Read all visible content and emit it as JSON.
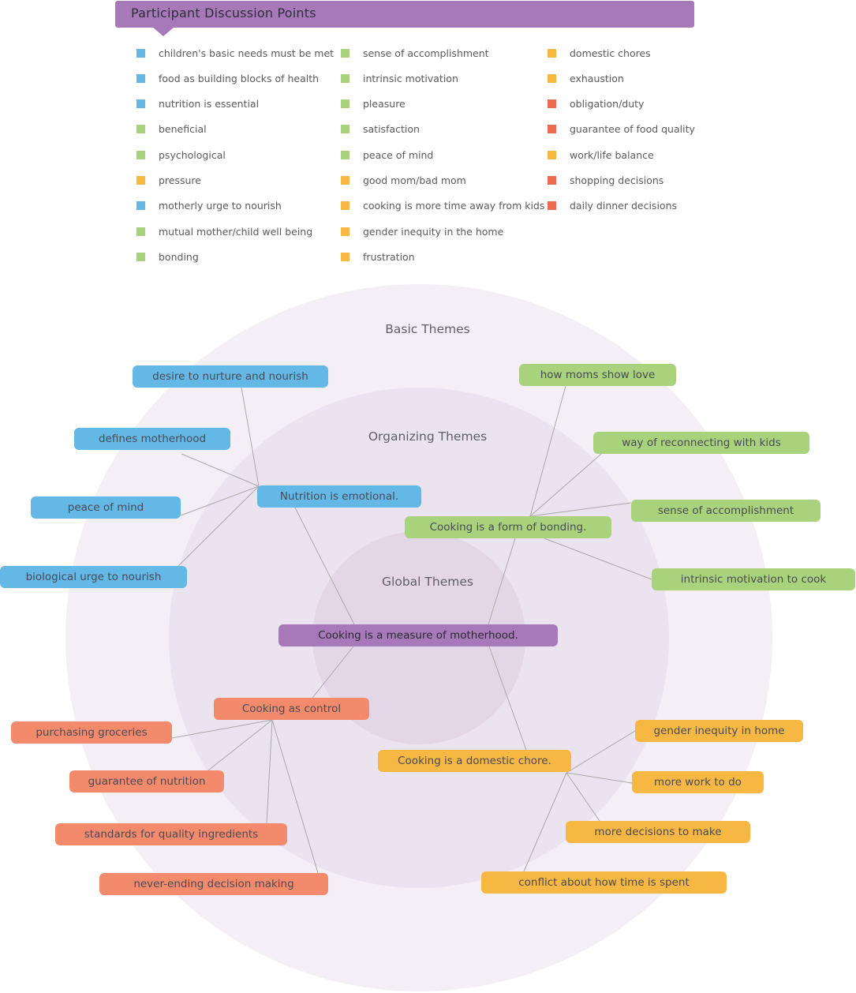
{
  "colors": {
    "blue": "#64b8e6",
    "green": "#a8d37c",
    "yellow": "#f7b843",
    "red": "#ee6a55",
    "orange_node": "#f48a6c",
    "purple": "#a779b9",
    "ring_outer": "#f4eff6",
    "ring_middle": "#ebe3ef",
    "ring_inner": "#e2d6e7",
    "line": "#aaaaaa"
  },
  "legend": {
    "title": "Participant Discussion Points",
    "items": [
      {
        "label": "children's basic needs must be met",
        "color": "blue"
      },
      {
        "label": "food as building blocks of health",
        "color": "blue"
      },
      {
        "label": "nutrition is essential",
        "color": "blue"
      },
      {
        "label": "beneficial",
        "color": "green"
      },
      {
        "label": "psychological",
        "color": "green"
      },
      {
        "label": "pressure",
        "color": "yellow"
      },
      {
        "label": "motherly urge to nourish",
        "color": "blue"
      },
      {
        "label": "mutual mother/child well being",
        "color": "green"
      },
      {
        "label": "bonding",
        "color": "green"
      },
      {
        "label": "sense of accomplishment",
        "color": "green"
      },
      {
        "label": "intrinsic motivation",
        "color": "green"
      },
      {
        "label": "pleasure",
        "color": "green"
      },
      {
        "label": "satisfaction",
        "color": "green"
      },
      {
        "label": "peace of mind",
        "color": "green"
      },
      {
        "label": "good mom/bad mom",
        "color": "yellow"
      },
      {
        "label": "cooking is more time away from kids",
        "color": "yellow"
      },
      {
        "label": "gender inequity in the home",
        "color": "yellow"
      },
      {
        "label": "frustration",
        "color": "yellow"
      },
      {
        "label": "domestic chores",
        "color": "yellow"
      },
      {
        "label": "exhaustion",
        "color": "yellow"
      },
      {
        "label": "obligation/duty",
        "color": "red"
      },
      {
        "label": "guarantee of food quality",
        "color": "red"
      },
      {
        "label": "work/life balance",
        "color": "yellow"
      },
      {
        "label": "shopping decisions",
        "color": "red"
      },
      {
        "label": "daily dinner decisions",
        "color": "red"
      }
    ]
  },
  "rings": {
    "basic": "Basic Themes",
    "organizing": "Organizing Themes",
    "global": "Global Themes"
  },
  "nodes": [
    {
      "id": "global",
      "label": "Cooking is a measure of motherhood.",
      "color": "purple",
      "level": "global"
    },
    {
      "id": "org_emotional",
      "label": "Nutrition is emotional.",
      "color": "blue",
      "level": "organizing",
      "parent": "global"
    },
    {
      "id": "org_bonding",
      "label": "Cooking is a form of bonding.",
      "color": "green",
      "level": "organizing",
      "parent": "global"
    },
    {
      "id": "org_control",
      "label": "Cooking as control",
      "color": "orange_node",
      "level": "organizing",
      "parent": "global"
    },
    {
      "id": "org_chore",
      "label": "Cooking is a domestic chore.",
      "color": "yellow",
      "level": "organizing",
      "parent": "global"
    },
    {
      "id": "b_desire",
      "label": "desire to nurture and nourish",
      "color": "blue",
      "level": "basic",
      "parent": "org_emotional"
    },
    {
      "id": "b_defines",
      "label": "defines motherhood",
      "color": "blue",
      "level": "basic",
      "parent": "org_emotional"
    },
    {
      "id": "b_peace",
      "label": "peace of mind",
      "color": "blue",
      "level": "basic",
      "parent": "org_emotional"
    },
    {
      "id": "b_bio",
      "label": "biological urge to nourish",
      "color": "blue",
      "level": "basic",
      "parent": "org_emotional"
    },
    {
      "id": "b_love",
      "label": "how moms show love",
      "color": "green",
      "level": "basic",
      "parent": "org_bonding"
    },
    {
      "id": "b_reconnect",
      "label": "way of reconnecting with kids",
      "color": "green",
      "level": "basic",
      "parent": "org_bonding"
    },
    {
      "id": "b_accomp",
      "label": "sense of accomplishment",
      "color": "green",
      "level": "basic",
      "parent": "org_bonding"
    },
    {
      "id": "b_intrinsic",
      "label": "intrinsic motivation to cook",
      "color": "green",
      "level": "basic",
      "parent": "org_bonding"
    },
    {
      "id": "b_purchasing",
      "label": "purchasing groceries",
      "color": "orange_node",
      "level": "basic",
      "parent": "org_control"
    },
    {
      "id": "b_guarantee",
      "label": "guarantee of nutrition",
      "color": "orange_node",
      "level": "basic",
      "parent": "org_control"
    },
    {
      "id": "b_standards",
      "label": "standards for quality ingredients",
      "color": "orange_node",
      "level": "basic",
      "parent": "org_control"
    },
    {
      "id": "b_neverending",
      "label": "never-ending decision making",
      "color": "orange_node",
      "level": "basic",
      "parent": "org_control"
    },
    {
      "id": "b_gender",
      "label": "gender inequity in home",
      "color": "yellow",
      "level": "basic",
      "parent": "org_chore"
    },
    {
      "id": "b_morework",
      "label": "more work to do",
      "color": "yellow",
      "level": "basic",
      "parent": "org_chore"
    },
    {
      "id": "b_moredec",
      "label": "more decisions to make",
      "color": "yellow",
      "level": "basic",
      "parent": "org_chore"
    },
    {
      "id": "b_conflict",
      "label": "conflict about how time is spent",
      "color": "yellow",
      "level": "basic",
      "parent": "org_chore"
    }
  ]
}
